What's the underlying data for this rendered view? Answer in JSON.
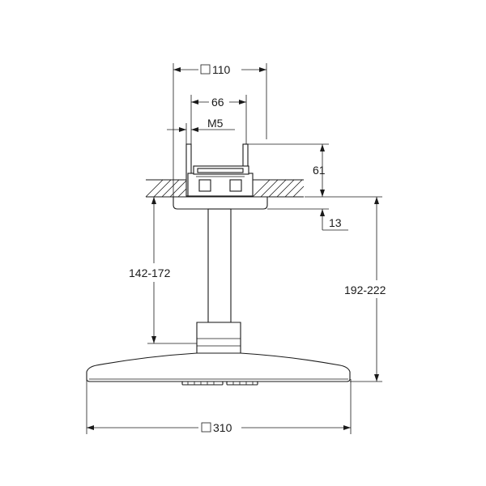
{
  "diagram": {
    "dimensions": {
      "top_width": "110",
      "mount_span": "66",
      "thread": "M5",
      "box_height": "61",
      "flange_height": "13",
      "arm_length": "142-172",
      "total_height": "192-222",
      "head_width": "310"
    },
    "square_symbol": "□"
  }
}
